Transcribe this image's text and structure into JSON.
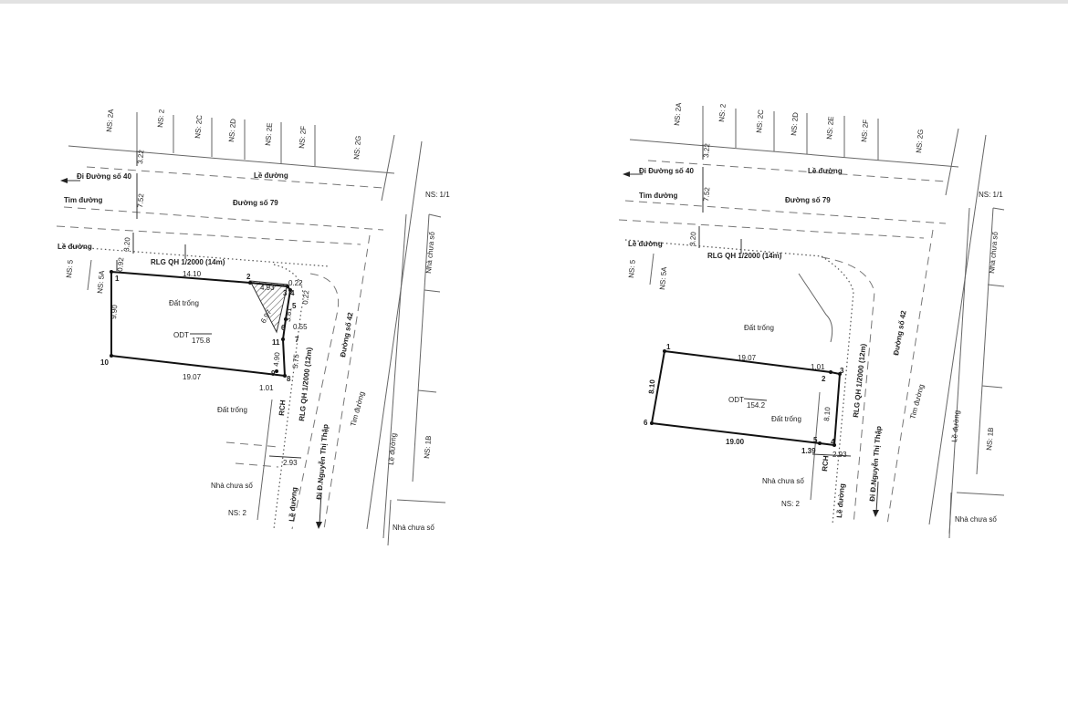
{
  "plans": [
    {
      "streets": {
        "road_79": "Đường số 79",
        "road_42": "Đường số 42",
        "to_road_40": "Đi Đường số 40",
        "to_nguyen_thi_thap": "Đi Đ.Nguyễn Thị Thập",
        "centerline_top": "Tim đường",
        "centerline_right": "Tim đường",
        "sidewalk_top": "Lề đường",
        "sidewalk_left": "Lề đường",
        "sidewalk_bottom": "Lề đường",
        "sidewalk_right": "Lề đường"
      },
      "planning": {
        "top": "RLG QH 1/2000 (14m)",
        "right": "RLG QH 1/2000 (12m)"
      },
      "lot": {
        "land_code": "ODT",
        "area": "175.8",
        "label_inside": "Đất trống",
        "label_below": "Đất trống",
        "rch": "RCH"
      },
      "point_numbers": [
        "1",
        "2",
        "3",
        "4",
        "5",
        "6",
        "7",
        "8",
        "9",
        "10",
        "11"
      ],
      "dimensions": {
        "top": "14.10",
        "seg_2_3": "4.93",
        "d_0_22a": "0.22",
        "d_0_22b": "0.22",
        "diag": "6.97",
        "d_3_81": "3.81",
        "d_0_55": "0.55",
        "d_4_90": "4.90",
        "d_5_75": "5.75",
        "bottom": "19.07",
        "left": "9.90",
        "d_1_01": "1.01",
        "d_2_93": "2.93",
        "d_3_22": "3.22",
        "d_7_52": "7.52",
        "d_3_20": "3.20",
        "d_0_92": "0.92"
      },
      "house_numbers": {
        "ns_2a": "NS: 2A",
        "ns_2": "NS: 2",
        "ns_2c": "NS: 2C",
        "ns_2d": "NS: 2D",
        "ns_2e": "NS: 2E",
        "ns_2f": "NS: 2F",
        "ns_2g": "NS: 2G",
        "ns_1_1": "NS: 1/1",
        "ns_5": "NS: 5",
        "ns_5a": "NS: 5A",
        "ns_1b": "NS: 1B",
        "ns_2_bottom": "NS: 2",
        "unnumbered_1": "Nhà chưa số",
        "unnumbered_2": "Nhà chưa số",
        "unnumbered_3": "Nhà chưa số"
      }
    },
    {
      "streets": {
        "road_79": "Đường số 79",
        "road_42": "Đường số 42",
        "to_road_40": "Đi Đường số 40",
        "to_nguyen_thi_thap": "Đi Đ.Nguyễn Thị Thập",
        "centerline_top": "Tim đường",
        "centerline_right": "Tim đường",
        "sidewalk_top": "Lề đường",
        "sidewalk_left": "Lề đường",
        "sidewalk_bottom": "Lề đường",
        "sidewalk_right": "Lề đường"
      },
      "planning": {
        "top": "RLG QH 1/2000 (14m)",
        "right": "RLG QH 1/2000 (12m)"
      },
      "lot": {
        "land_code": "ODT",
        "area": "154.2",
        "label_above": "Đất trống",
        "label_inside": "Đất trống",
        "rch": "RCH"
      },
      "point_numbers": [
        "1",
        "2",
        "3",
        "4",
        "5",
        "6"
      ],
      "dimensions": {
        "top": "19.07",
        "d_1_01": "1.01",
        "left": "8.10",
        "right": "8.10",
        "bottom": "19.00",
        "d_1_39": "1.39",
        "d_2_93": "2.93",
        "d_3_22": "3.22",
        "d_7_52": "7.52",
        "d_3_20": "3.20"
      },
      "house_numbers": {
        "ns_2a": "NS: 2A",
        "ns_2": "NS: 2",
        "ns_2c": "NS: 2C",
        "ns_2d": "NS: 2D",
        "ns_2e": "NS: 2E",
        "ns_2f": "NS: 2F",
        "ns_2g": "NS: 2G",
        "ns_1_1": "NS: 1/1",
        "ns_5": "NS: 5",
        "ns_5a": "NS: 5A",
        "ns_1b": "NS: 1B",
        "ns_2_bottom": "NS: 2",
        "unnumbered_1": "Nhà chưa số",
        "unnumbered_2": "Nhà chưa số",
        "unnumbered_3": "Nhà chưa số"
      }
    }
  ]
}
